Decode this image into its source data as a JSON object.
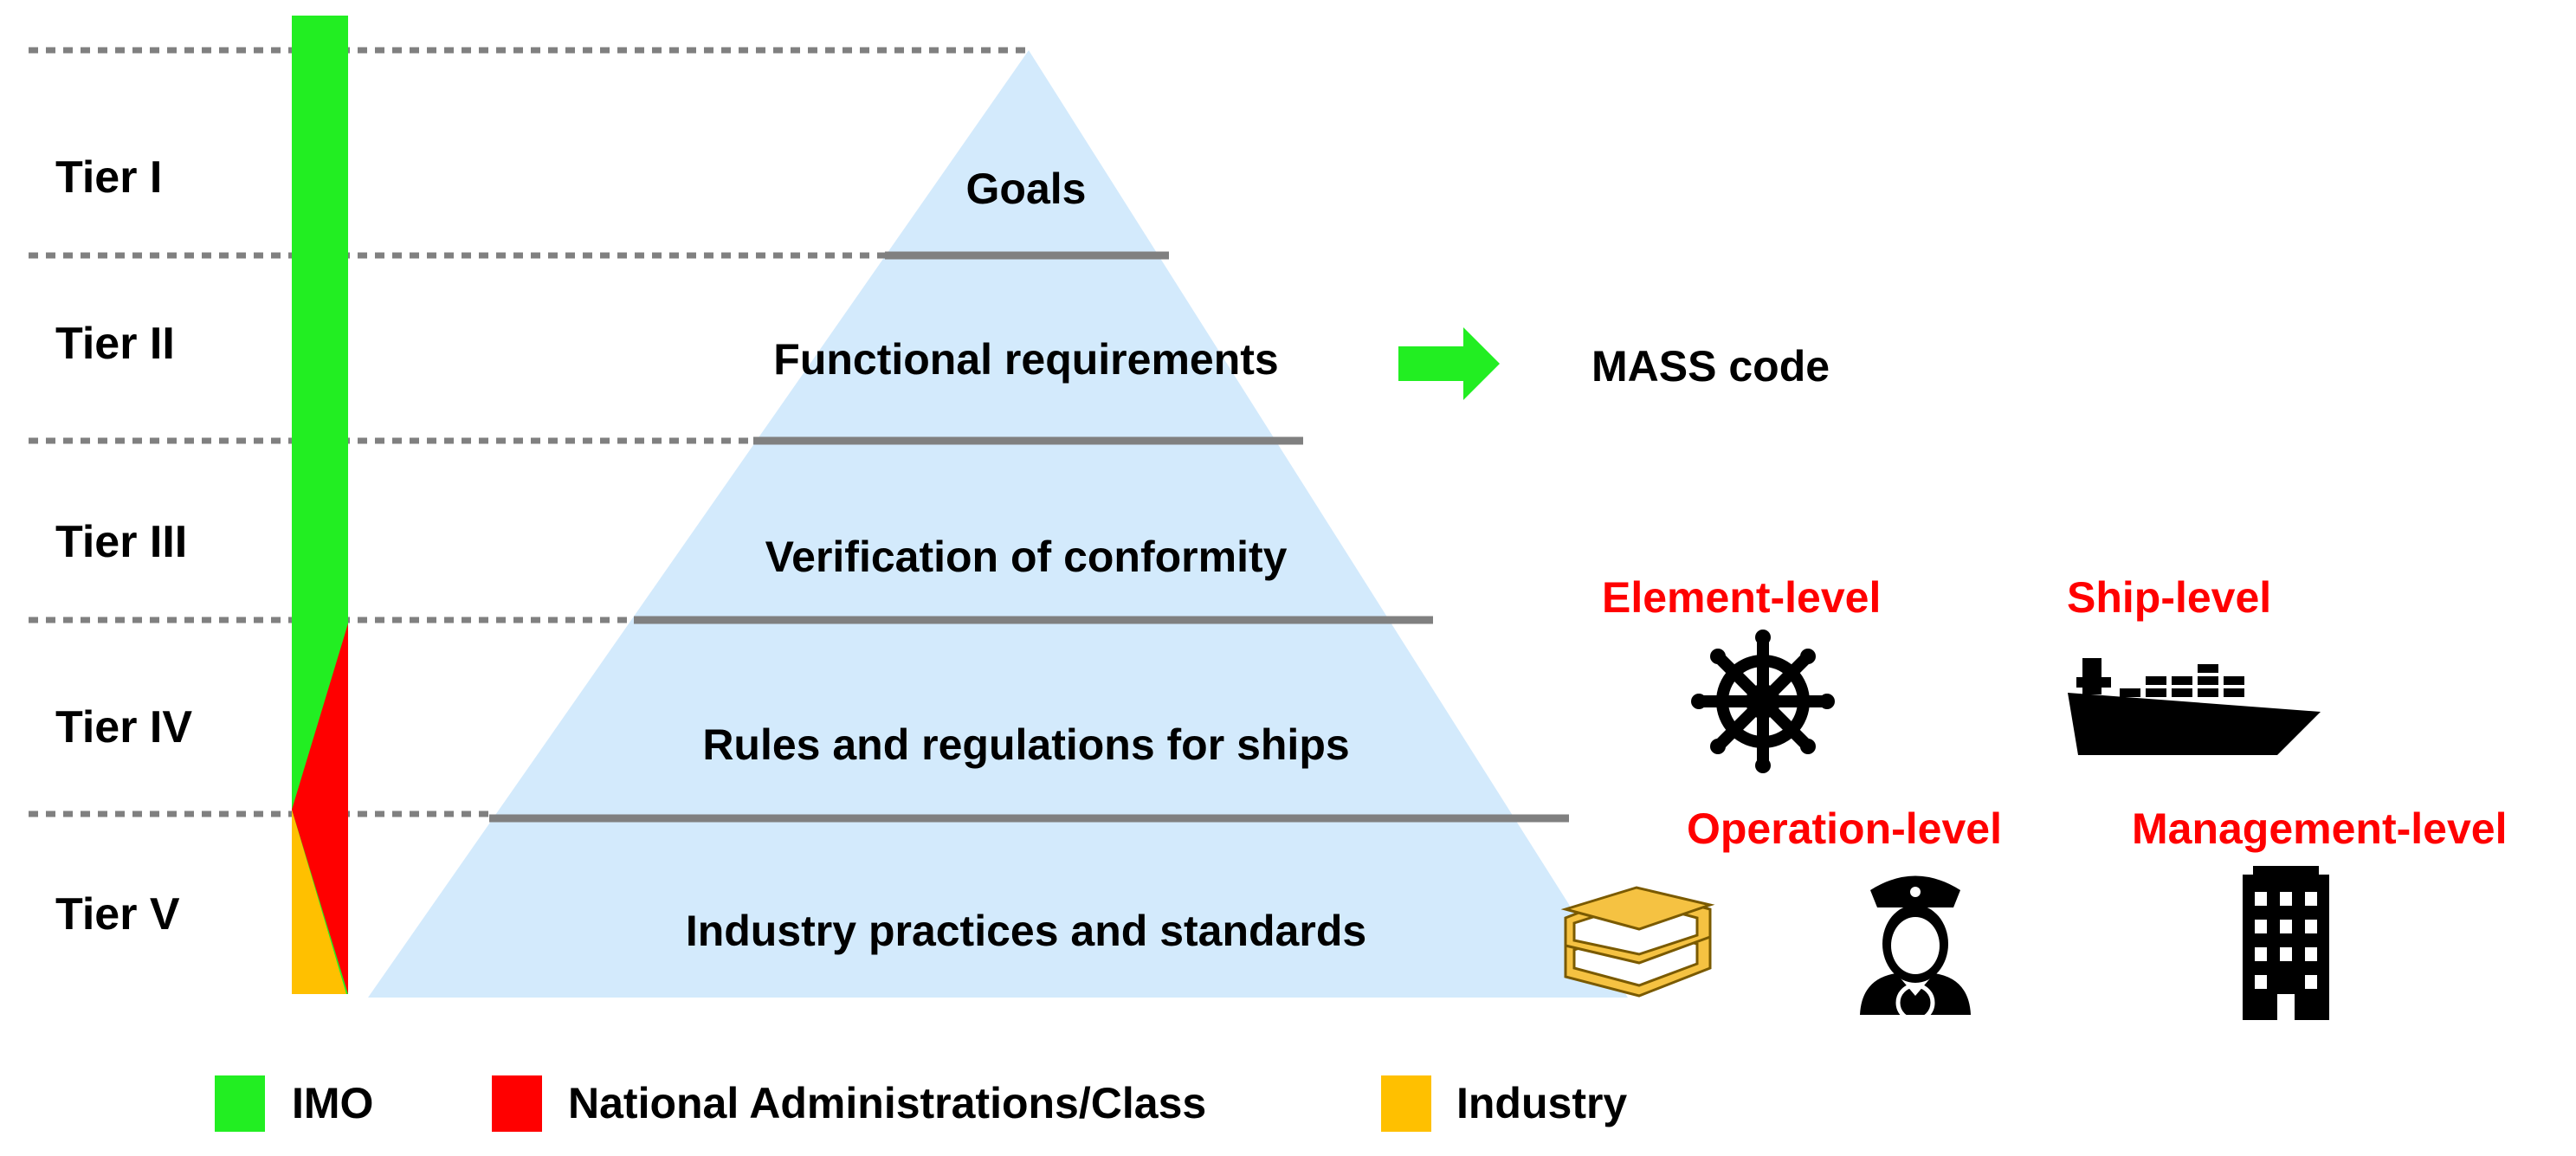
{
  "tiers": [
    {
      "label": "Tier I",
      "layer": "Goals"
    },
    {
      "label": "Tier II",
      "layer": "Functional requirements"
    },
    {
      "label": "Tier III",
      "layer": "Verification of conformity"
    },
    {
      "label": "Tier IV",
      "layer": "Rules and regulations for ships"
    },
    {
      "label": "Tier V",
      "layer": "Industry practices and standards"
    }
  ],
  "arrow_target": "MASS code",
  "levels": {
    "element": "Element-level",
    "ship": "Ship-level",
    "operation": "Operation-level",
    "management": "Management-level"
  },
  "legend": [
    {
      "label": "IMO",
      "color": "#22ee22"
    },
    {
      "label": "National Administrations/Class",
      "color": "#ff0000"
    },
    {
      "label": "Industry",
      "color": "#ffc000"
    }
  ],
  "colors": {
    "pyramid_fill": "#d3eafc",
    "tier_divider": "#808080",
    "dotted_line": "#808080",
    "level_text": "#ff0000",
    "arrow": "#22ee22",
    "icon_dark": "#000000",
    "books": "#f5c242"
  },
  "icons": {
    "element": "ship-wheel-icon",
    "ship": "cargo-ship-icon",
    "operation": "captain-icon",
    "management": "office-building-icon",
    "industry": "books-icon"
  }
}
